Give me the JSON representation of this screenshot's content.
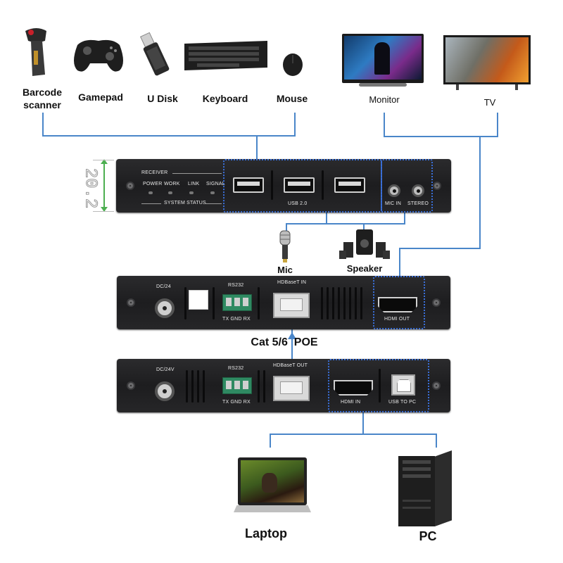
{
  "peripherals": {
    "barcode_scanner": "Barcode\nscanner",
    "gamepad": "Gamepad",
    "udisk": "U Disk",
    "keyboard": "Keyboard",
    "mouse": "Mouse",
    "monitor": "Monitor",
    "tv": "TV"
  },
  "dimension_label": "20.2",
  "receiver_panel": {
    "title": "RECEIVER",
    "led_power": "POWER",
    "led_work": "WORK",
    "led_link": "LINK",
    "led_signal": "SIGNAL",
    "system_status": "SYSTEM STATUS",
    "usb_label": "USB 2.0",
    "mic_in": "MIC IN",
    "stereo": "STEREO"
  },
  "audio_devices": {
    "mic": "Mic",
    "speaker": "Speaker"
  },
  "receiver_rear": {
    "dc": "DC/24",
    "rs232": "RS232",
    "pins": "TX GND RX",
    "hdbaset_in": "HDBaseT IN",
    "hdmi_out": "HDMI OUT"
  },
  "link_label": "Cat 5/6  POE",
  "transmitter_panel": {
    "dc": "DC/24V",
    "rs232": "RS232",
    "pins": "TX GND RX",
    "hdbaset_out": "HDBaseT OUT",
    "hdmi_in": "HDMI IN",
    "usb_to_pc": "USB TO PC"
  },
  "sources": {
    "laptop": "Laptop",
    "pc": "PC"
  },
  "colors": {
    "connector_line": "#4a86c9",
    "highlight_border": "#3a6fd8",
    "panel": "#222224"
  }
}
